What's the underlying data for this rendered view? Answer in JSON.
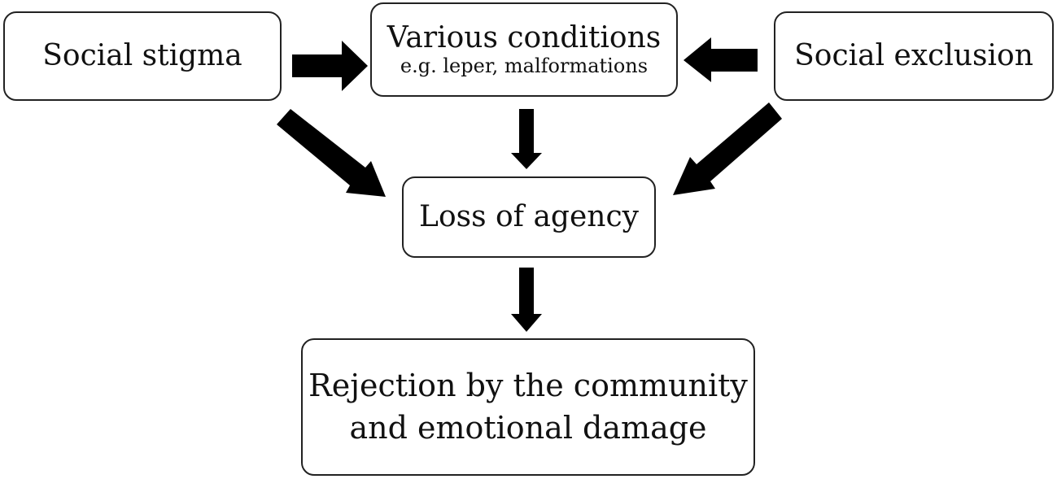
{
  "diagram": {
    "type": "flowchart",
    "nodes": [
      {
        "id": "stigma",
        "label": "Social stigma"
      },
      {
        "id": "conditions",
        "label": "Various conditions",
        "sublabel": "e.g. leper, malformations"
      },
      {
        "id": "exclusion",
        "label": "Social exclusion"
      },
      {
        "id": "loss",
        "label": "Loss of agency"
      },
      {
        "id": "rejection",
        "label_lines": [
          "Rejection by the community",
          "and emotional damage"
        ]
      }
    ],
    "edges": [
      {
        "from": "stigma",
        "to": "conditions"
      },
      {
        "from": "exclusion",
        "to": "conditions"
      },
      {
        "from": "stigma",
        "to": "loss"
      },
      {
        "from": "conditions",
        "to": "loss"
      },
      {
        "from": "exclusion",
        "to": "loss"
      },
      {
        "from": "loss",
        "to": "rejection"
      }
    ],
    "arrow_color": "#000000",
    "border_color": "#222222"
  }
}
